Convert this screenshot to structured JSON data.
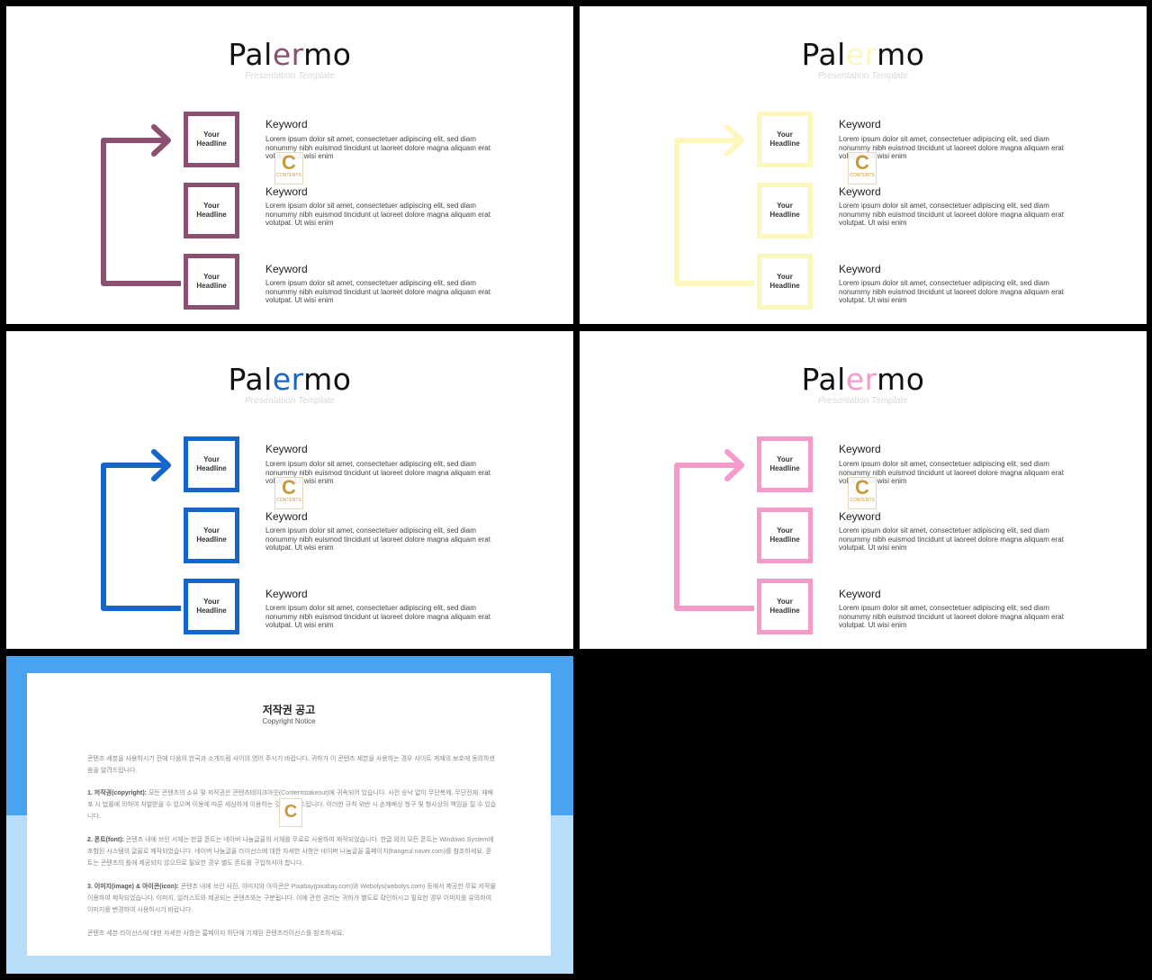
{
  "slides": [
    {
      "title_pre": "Pal",
      "title_accent": "er",
      "title_post": "mo",
      "subtitle": "Presentation Template",
      "accent": "#8b4f72"
    },
    {
      "title_pre": "Pal",
      "title_accent": "er",
      "title_post": "mo",
      "subtitle": "Presentation Template",
      "accent": "#fdf7be"
    },
    {
      "title_pre": "Pal",
      "title_accent": "er",
      "title_post": "mo",
      "subtitle": "Presentation Template",
      "accent": "#1566cc"
    },
    {
      "title_pre": "Pal",
      "title_accent": "er",
      "title_post": "mo",
      "subtitle": "Presentation Template",
      "accent": "#f59acb"
    }
  ],
  "box": {
    "line1": "Your",
    "line2": "Headline"
  },
  "item": {
    "keyword": "Keyword",
    "line1": "Lorem ipsum dolor sit amet, consectetuer adipiscing elit, sed diam",
    "line2": "nonummy nibh euismod tincidunt ut laoreet dolore magna aliquam erat",
    "line3": "volutpat. Ut wisi enim"
  },
  "watermark": {
    "letter": "C",
    "text": "CONTENTS"
  },
  "notice": {
    "title": "저작권 공고",
    "subtitle": "Copyright Notice",
    "intro": "콘텐츠 세븐을 사용하시기 전에 다음의 한국과 소개드림 사이의 영어 주시기 바랍니다. 귀하가 이 콘텐츠 세븐을 사용하는 경우 사이트 게재의 보호에 동의하셨음을 알려드립니다.",
    "s1_head": "1. 저작권(copyright):",
    "s1_body": "모든 콘텐츠의 소유 및 저작권은 콘텐츠테이크아웃(Contentstakeout)에 귀속되어 있습니다. 사전 승낙 없이 무단복제, 무단전재, 재배포 시 법률에 의하여 처벌받을 수 있으며 이용에 따른 세심하게 이용하는 것을 권해드립니다. 이러한 규칙 위반 시 손해배상 청구 및 형사상의 책임을 질 수 있습니다.",
    "s2_head": "2. 폰트(font):",
    "s2_body": "콘텐츠 내에 쓰인 서체는 한글 폰트는 네이버 나눔글꼴의 서체를 무료로 사용하여 제작되었습니다. 한글 외의 모든 폰트는 Windows System에 포함된 시스템의 글꼴로 제작되었습니다. 네이버 나눔글꼴 라이선스에 대한 자세한 사항은 네이버 나눔글꼴 홈페이지(hangeul.naver.com)를 참조하세요. 폰트는 콘텐츠의 틀에 제공되지 않으므로 필요한 경우 별도 폰트를 구입하셔야 합니다.",
    "s3_head": "3. 이미지(image) & 아이콘(icon):",
    "s3_body": "콘텐츠 내에 쓰인 사진, 이미지와 아이콘은 Pixabay(pixabay.com)와 Webolys(webolys.com) 등에서 제공한 무료 저작물 이용하여 제작되었습니다. 이미지, 일러스트와 제공되는 콘텐츠와는 구분됩니다. 이에 관한 권리는 귀하가 별도로 확인하시고 필요한 경우 이미지를 유의하여 이미지를 변경하여 사용하시기 바랍니다.",
    "outro": "콘텐츠 세븐 라이선스에 대한 자세한 사항은 홈페이지 하단에 기재된 콘텐츠라이선스를 참조하세요."
  }
}
